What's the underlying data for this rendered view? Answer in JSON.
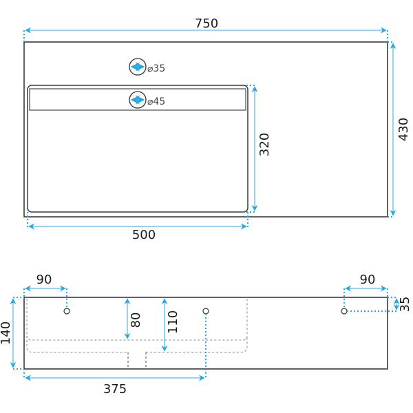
{
  "colors": {
    "outline": "#3a3a3a",
    "dimension": "#29a8e0",
    "dashed": "#888888"
  },
  "top_view": {
    "overall_width": "750",
    "overall_depth": "430",
    "basin_width": "500",
    "basin_depth": "320",
    "faucet_hole": {
      "symbol": "⌀",
      "value": "35",
      "label": "⌀35"
    },
    "drain_hole": {
      "symbol": "⌀",
      "value": "45",
      "label": "⌀45"
    }
  },
  "front_view": {
    "height": "140",
    "left_hole_offset": "90",
    "right_hole_offset": "90",
    "hole_height_from_top": "35",
    "basin_inner_depth": "80",
    "basin_outer_depth": "110",
    "drain_offset": "375"
  }
}
